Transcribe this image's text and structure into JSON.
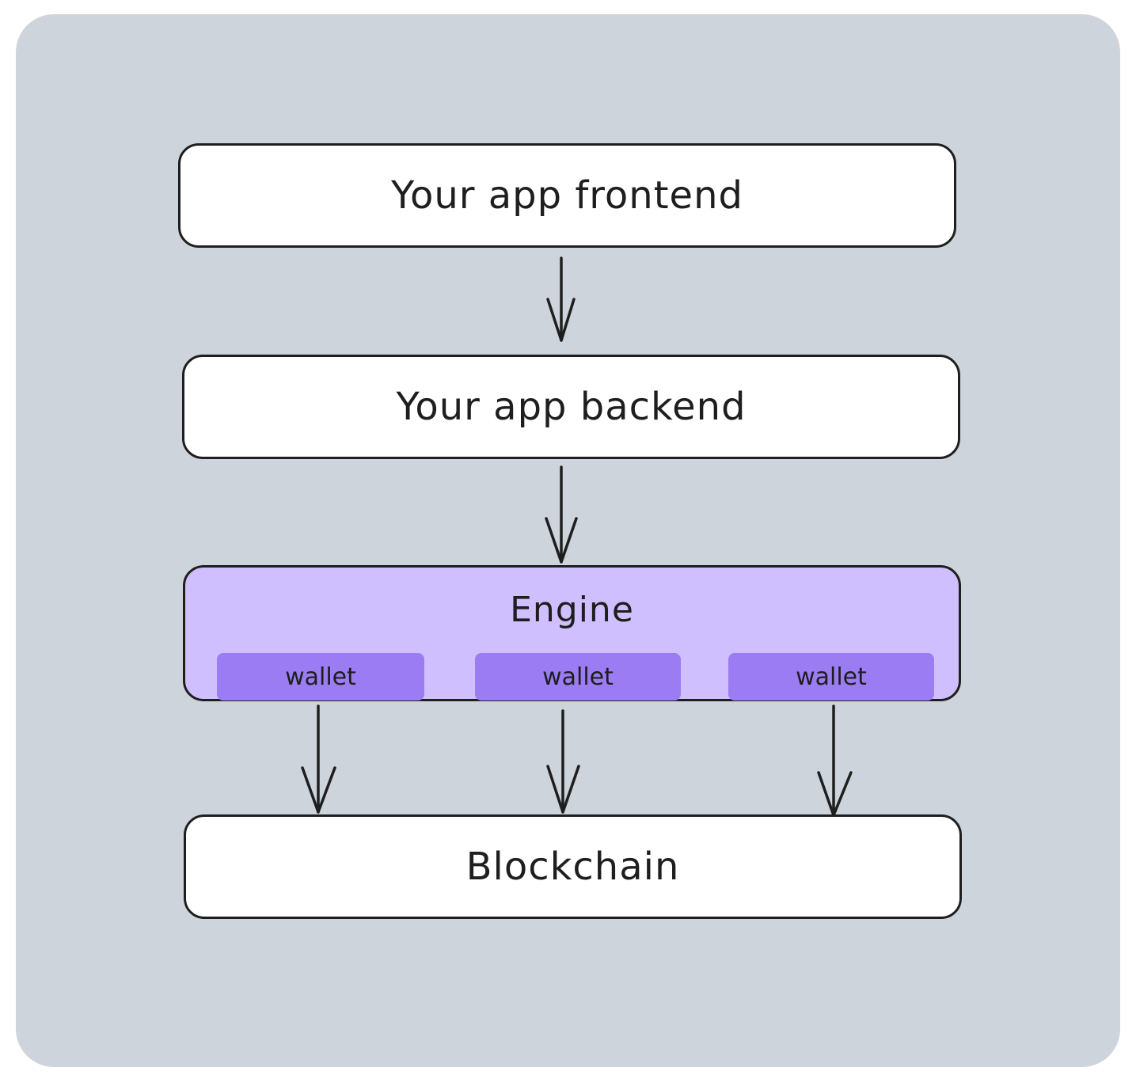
{
  "nodes": {
    "frontend": "Your app frontend",
    "backend": "Your app backend",
    "engine": "Engine",
    "blockchain": "Blockchain"
  },
  "wallets": [
    "wallet",
    "wallet",
    "wallet"
  ],
  "colors": {
    "background": "#ced4dc",
    "box_fill": "#ffffff",
    "engine_fill": "#d0bfff",
    "wallet_fill": "#9b7cf3",
    "stroke": "#1e1e1e"
  }
}
